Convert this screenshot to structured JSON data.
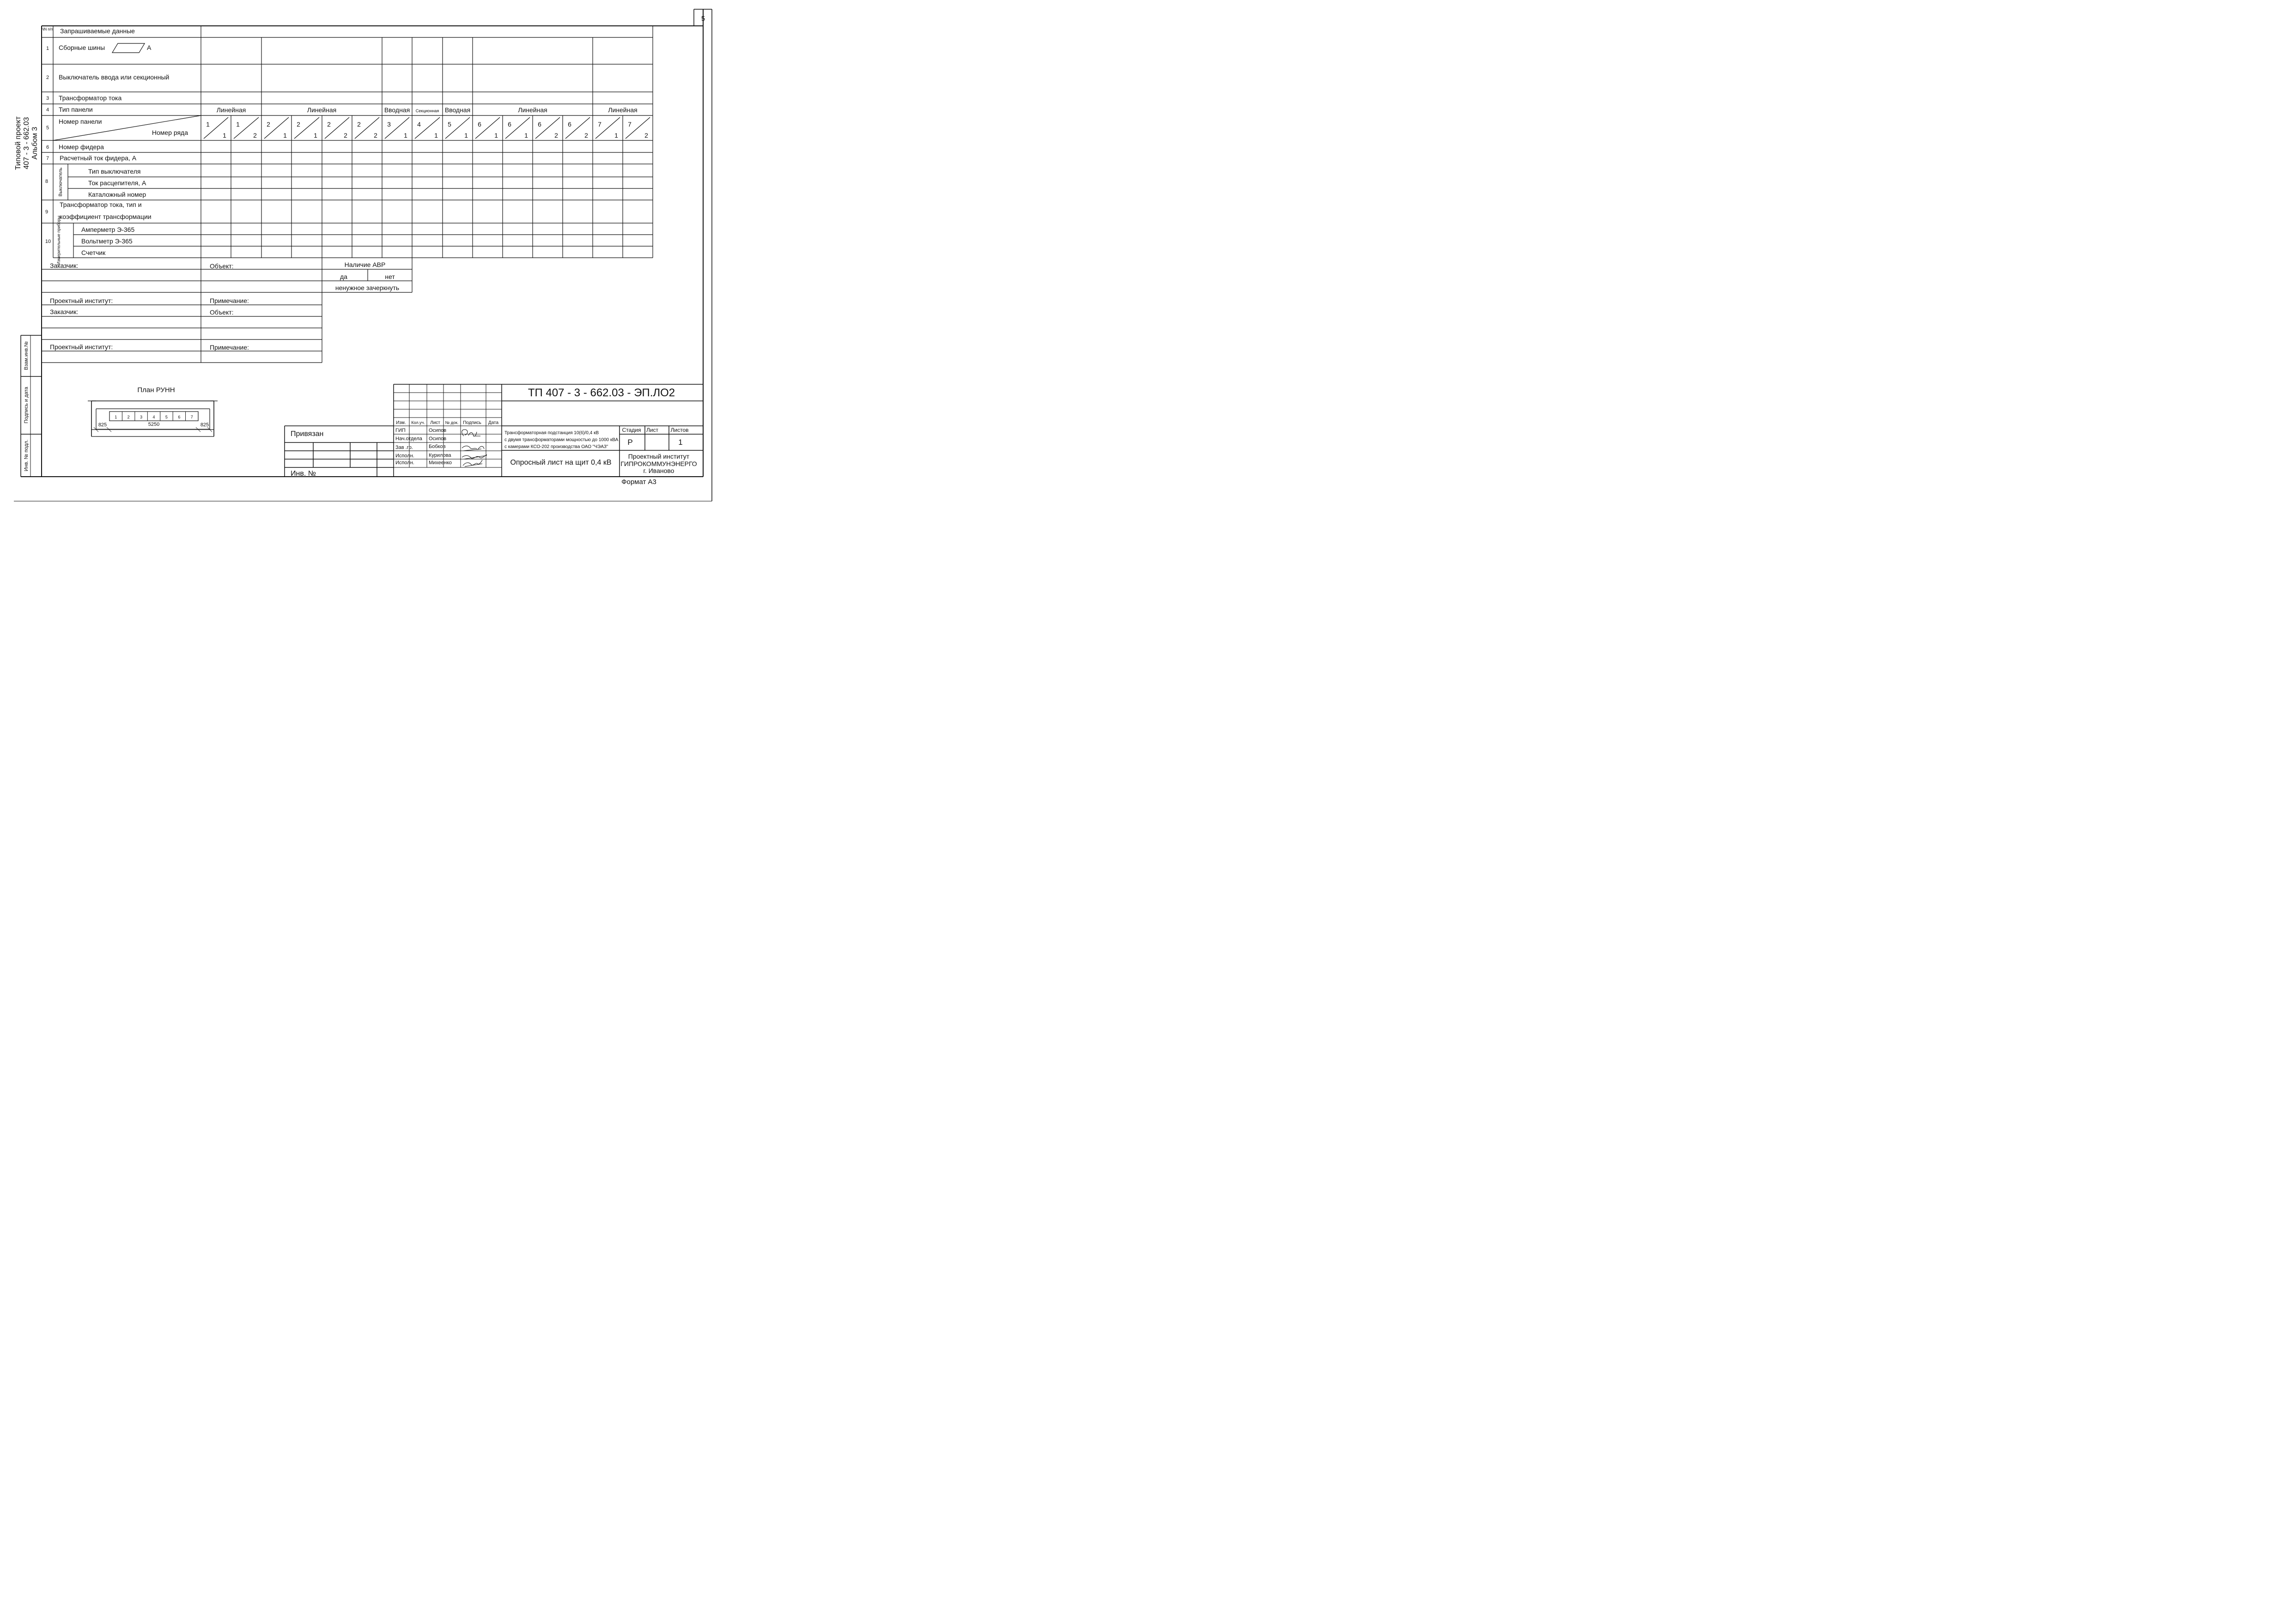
{
  "sheet": {
    "page_number": "5",
    "side_project_line1": "Типовой проект",
    "side_project_line2": "407 - 3 - 662.03",
    "side_project_line3": "Альбом 3",
    "side_stamp": [
      "Взам.инв.№",
      "Подпись и дата",
      "Инв. № подл."
    ],
    "format": "Формат А3"
  },
  "questionnaire": {
    "header_num": "NN п/п",
    "header_label": "Запрашиваемые данные",
    "rows": [
      {
        "num": "1",
        "label": "Сборные шины",
        "unit": "А"
      },
      {
        "num": "2",
        "label": "Выключатель ввода или секционный"
      },
      {
        "num": "3",
        "label": "Трансформатор тока"
      },
      {
        "num": "4",
        "label": "Тип панели"
      },
      {
        "num": "5",
        "label": "Номер панели",
        "label2": "Номер ряда"
      },
      {
        "num": "6",
        "label": "Номер фидера"
      },
      {
        "num": "7",
        "label": "Расчетный ток фидера, А"
      },
      {
        "num": "8",
        "group": "Выключатель",
        "items": [
          "Тип выключателя",
          "Ток расцепителя, А",
          "Каталожный номер"
        ]
      },
      {
        "num": "9",
        "label": "Трансформатор тока, тип и",
        "label2": "коэффициент трансформации"
      },
      {
        "num": "10",
        "group": "Измерительные приборы",
        "items": [
          "Амперметр Э-365",
          "Вольтметр Э-365",
          "Счетчик"
        ]
      }
    ],
    "panel_types": [
      "Линейная",
      "Линейная",
      "Вводная",
      "Секционная",
      "Вводная",
      "Линейная",
      "Линейная"
    ],
    "panel_cells": [
      {
        "panel": "1",
        "row": "1"
      },
      {
        "panel": "1",
        "row": "2"
      },
      {
        "panel": "2",
        "row": "1"
      },
      {
        "panel": "2",
        "row": "1"
      },
      {
        "panel": "2",
        "row": "2"
      },
      {
        "panel": "2",
        "row": "2"
      },
      {
        "panel": "3",
        "row": "1"
      },
      {
        "panel": "4",
        "row": "1"
      },
      {
        "panel": "5",
        "row": "1"
      },
      {
        "panel": "6",
        "row": "1"
      },
      {
        "panel": "6",
        "row": "1"
      },
      {
        "panel": "6",
        "row": "2"
      },
      {
        "panel": "6",
        "row": "2"
      },
      {
        "panel": "7",
        "row": "1"
      },
      {
        "panel": "7",
        "row": "2"
      }
    ]
  },
  "form": {
    "customer": "Заказчик:",
    "object": "Объект:",
    "avr_title": "Наличие АВР",
    "avr_yes": "да",
    "avr_no": "нет",
    "avr_note": "ненужное зачеркнуть",
    "institute": "Проектный институт:",
    "note": "Примечание:"
  },
  "plan": {
    "title": "План РУНН",
    "cells": [
      "1",
      "2",
      "3",
      "4",
      "5",
      "6",
      "7"
    ],
    "dim_left": "825",
    "dim_mid": "5250",
    "dim_right": "825"
  },
  "title_block": {
    "code": "ТП 407 - 3 - 662.03 - ЭП.ЛО2",
    "headers": [
      "Изм.",
      "Кол.уч.",
      "Лист",
      "№ док.",
      "Подпись",
      "Дата"
    ],
    "signers": [
      {
        "role": "ГИП",
        "name": "Осипов"
      },
      {
        "role": "Нач.отдела",
        "name": "Осипов"
      },
      {
        "role": "Зав .гр.",
        "name": "Бобков"
      },
      {
        "role": "Исполн.",
        "name": "Курилова"
      },
      {
        "role": "Исполн.",
        "name": "Михеенко"
      }
    ],
    "description": [
      "Трансформаторная подстанция 10(6)/0,4 кВ",
      "с двумя трансформаторами мощностью до 1000 кВА",
      "с камерами КСО-202 производства ОАО \"ЧЭАЗ\""
    ],
    "stage_label": "Стадия",
    "sheet_label": "Лист",
    "sheets_label": "Листов",
    "stage_value": "Р",
    "sheets_value": "1",
    "doc_name": "Опросный лист на щит 0,4 кВ",
    "org": [
      "Проектный институт",
      "ГИПРОКОММУНЭНЕРГО",
      "г. Иваново"
    ],
    "bound_label": "Привязан",
    "inv_label": "Инв. №"
  }
}
